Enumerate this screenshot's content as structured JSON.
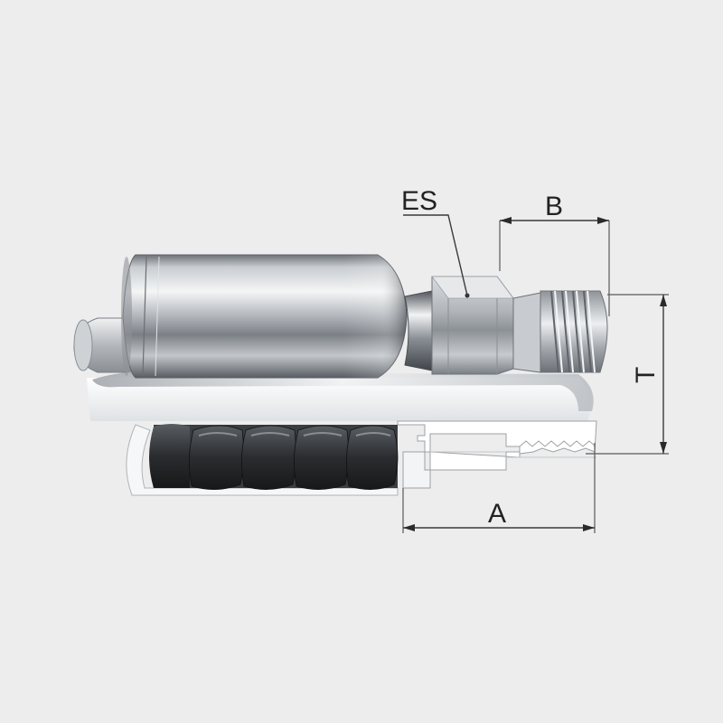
{
  "diagram": {
    "labels": {
      "es": "ES",
      "b": "B",
      "t": "T",
      "a": "A"
    }
  },
  "colors": {
    "background": "#ededed",
    "steel_light": "#e8eaec",
    "steel_mid": "#a9adb2",
    "steel_dark": "#5f646a",
    "hose_black": "#2b2d30",
    "cut_face": "#ffffff",
    "dimension_line": "#3a3a3a"
  }
}
